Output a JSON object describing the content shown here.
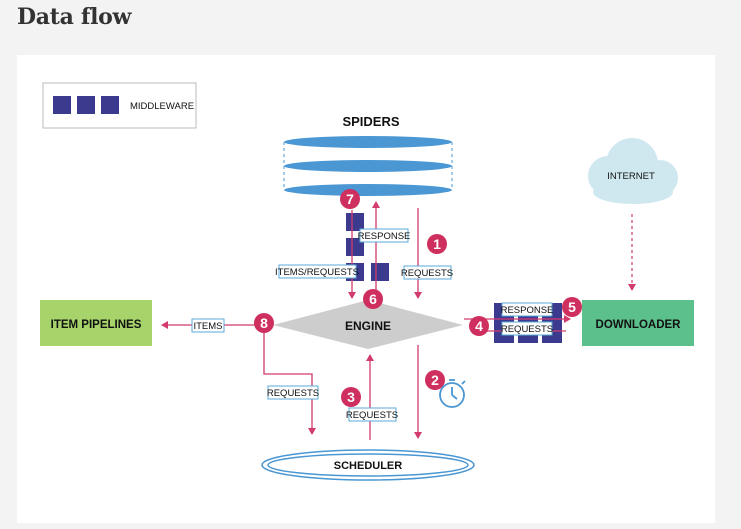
{
  "title": "Data flow",
  "legend": {
    "label": "MIDDLEWARE"
  },
  "nodes": {
    "spiders": "SPIDERS",
    "engine": "ENGINE",
    "scheduler": "SCHEDULER",
    "downloader": "DOWNLOADER",
    "item_pipelines": "ITEM PIPELINES",
    "internet": "INTERNET"
  },
  "edge_labels": {
    "response_top": "RESPONSE",
    "items_requests": "ITEMS/REQUESTS",
    "requests_right": "REQUESTS",
    "items": "ITEMS",
    "response_dl": "RESPONSE",
    "requests_dl": "REQUESTS",
    "requests_left": "REQUESTS",
    "requests_sched": "REQUESTS"
  },
  "steps": [
    "1",
    "2",
    "3",
    "4",
    "5",
    "6",
    "7",
    "8"
  ],
  "colors": {
    "middleware": "#3b3a8f",
    "arrow": "#d23b6e",
    "step_badge": "#cf2f5f",
    "spiders": "#4a97d3",
    "engine": "#cdcdcd",
    "downloader": "#5cc08c",
    "item_pipelines": "#a6d46a",
    "internet": "#cfe8ef",
    "label_border": "#5aaad6"
  }
}
